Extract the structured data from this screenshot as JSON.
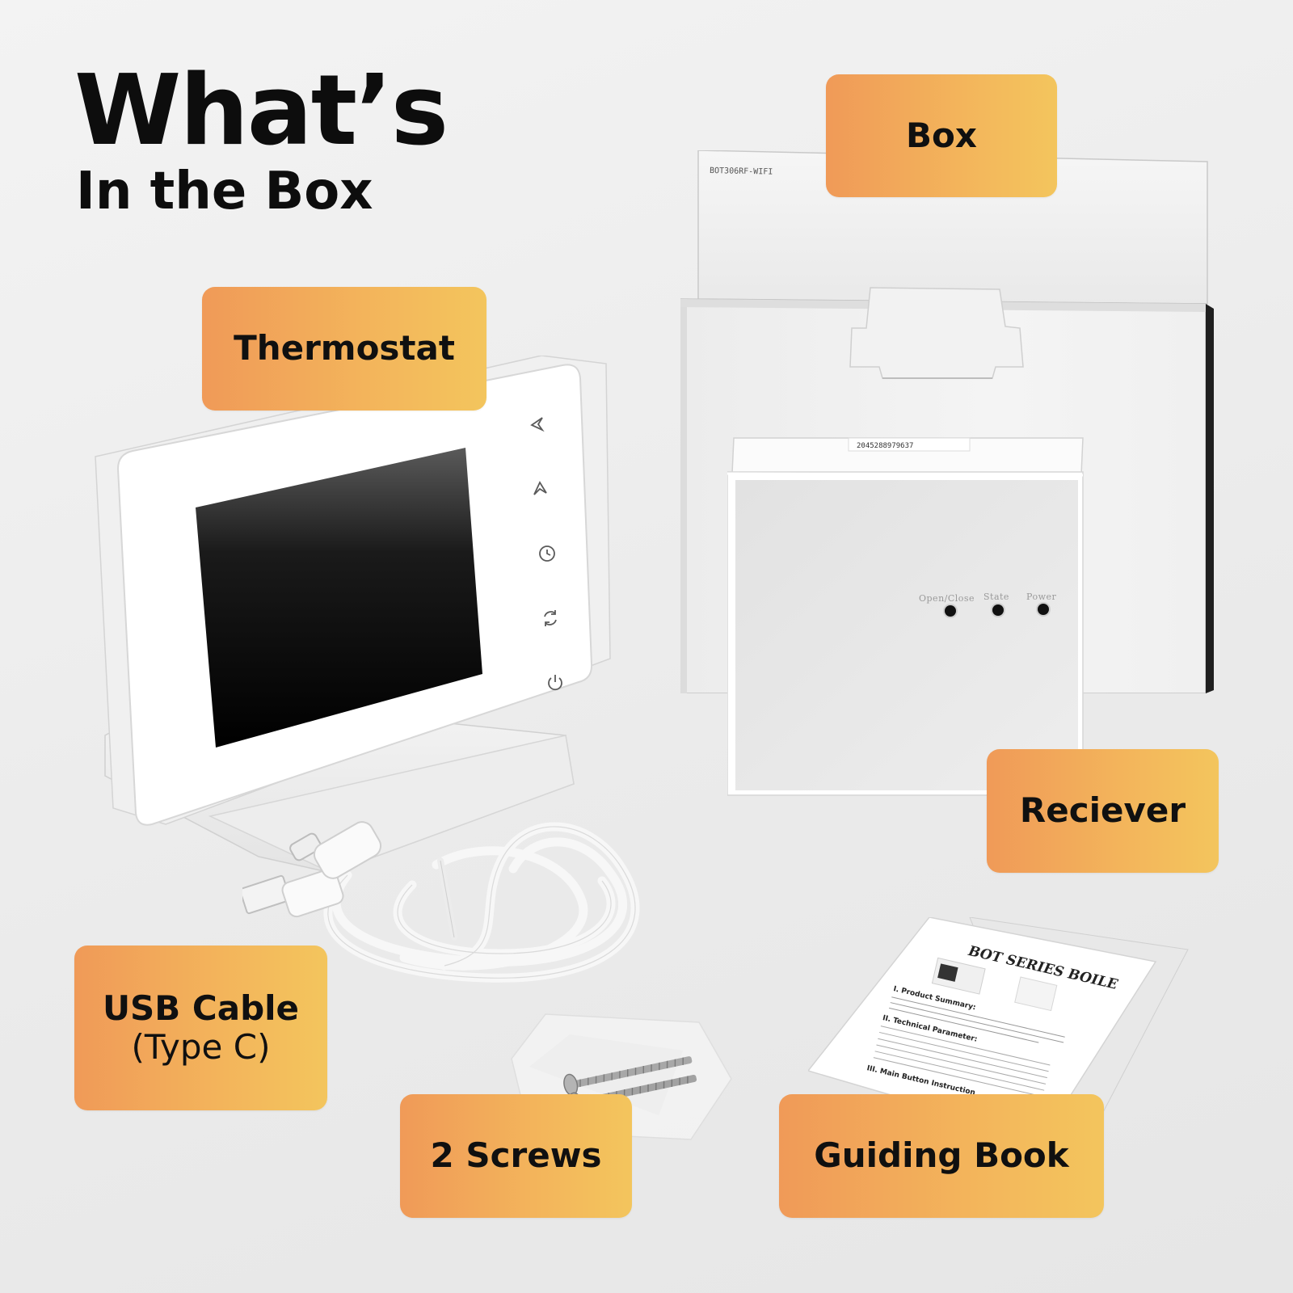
{
  "heading": {
    "main": "What’s",
    "sub": "In the Box"
  },
  "labels": {
    "box": "Box",
    "thermostat": "Thermostat",
    "receiver": "Reciever",
    "usb_cable": "USB Cable",
    "usb_cable_type": "(Type C)",
    "screws": "2 Screws",
    "guiding_book": "Guiding Book"
  },
  "box_product": {
    "model_text": "BOT306RF-WIFI"
  },
  "receiver_product": {
    "serial_text": "2045288979637",
    "led_labels": [
      "Open/Close",
      "State",
      "Power"
    ]
  },
  "guiding_book": {
    "title": "BOT SERIES BOILE",
    "lines": [
      "I. Product Summary:",
      "II. Technical Parameter:",
      "III. Main Button Instruction"
    ]
  },
  "thermostat_product": {
    "buttons": [
      "down-arrow-icon",
      "up-arrow-icon",
      "clock-icon",
      "mode-icon",
      "power-icon"
    ]
  },
  "colors": {
    "label_start": "#f09a58",
    "label_end": "#f3c55d",
    "text": "#0d0d0d",
    "screen": "#111111"
  }
}
